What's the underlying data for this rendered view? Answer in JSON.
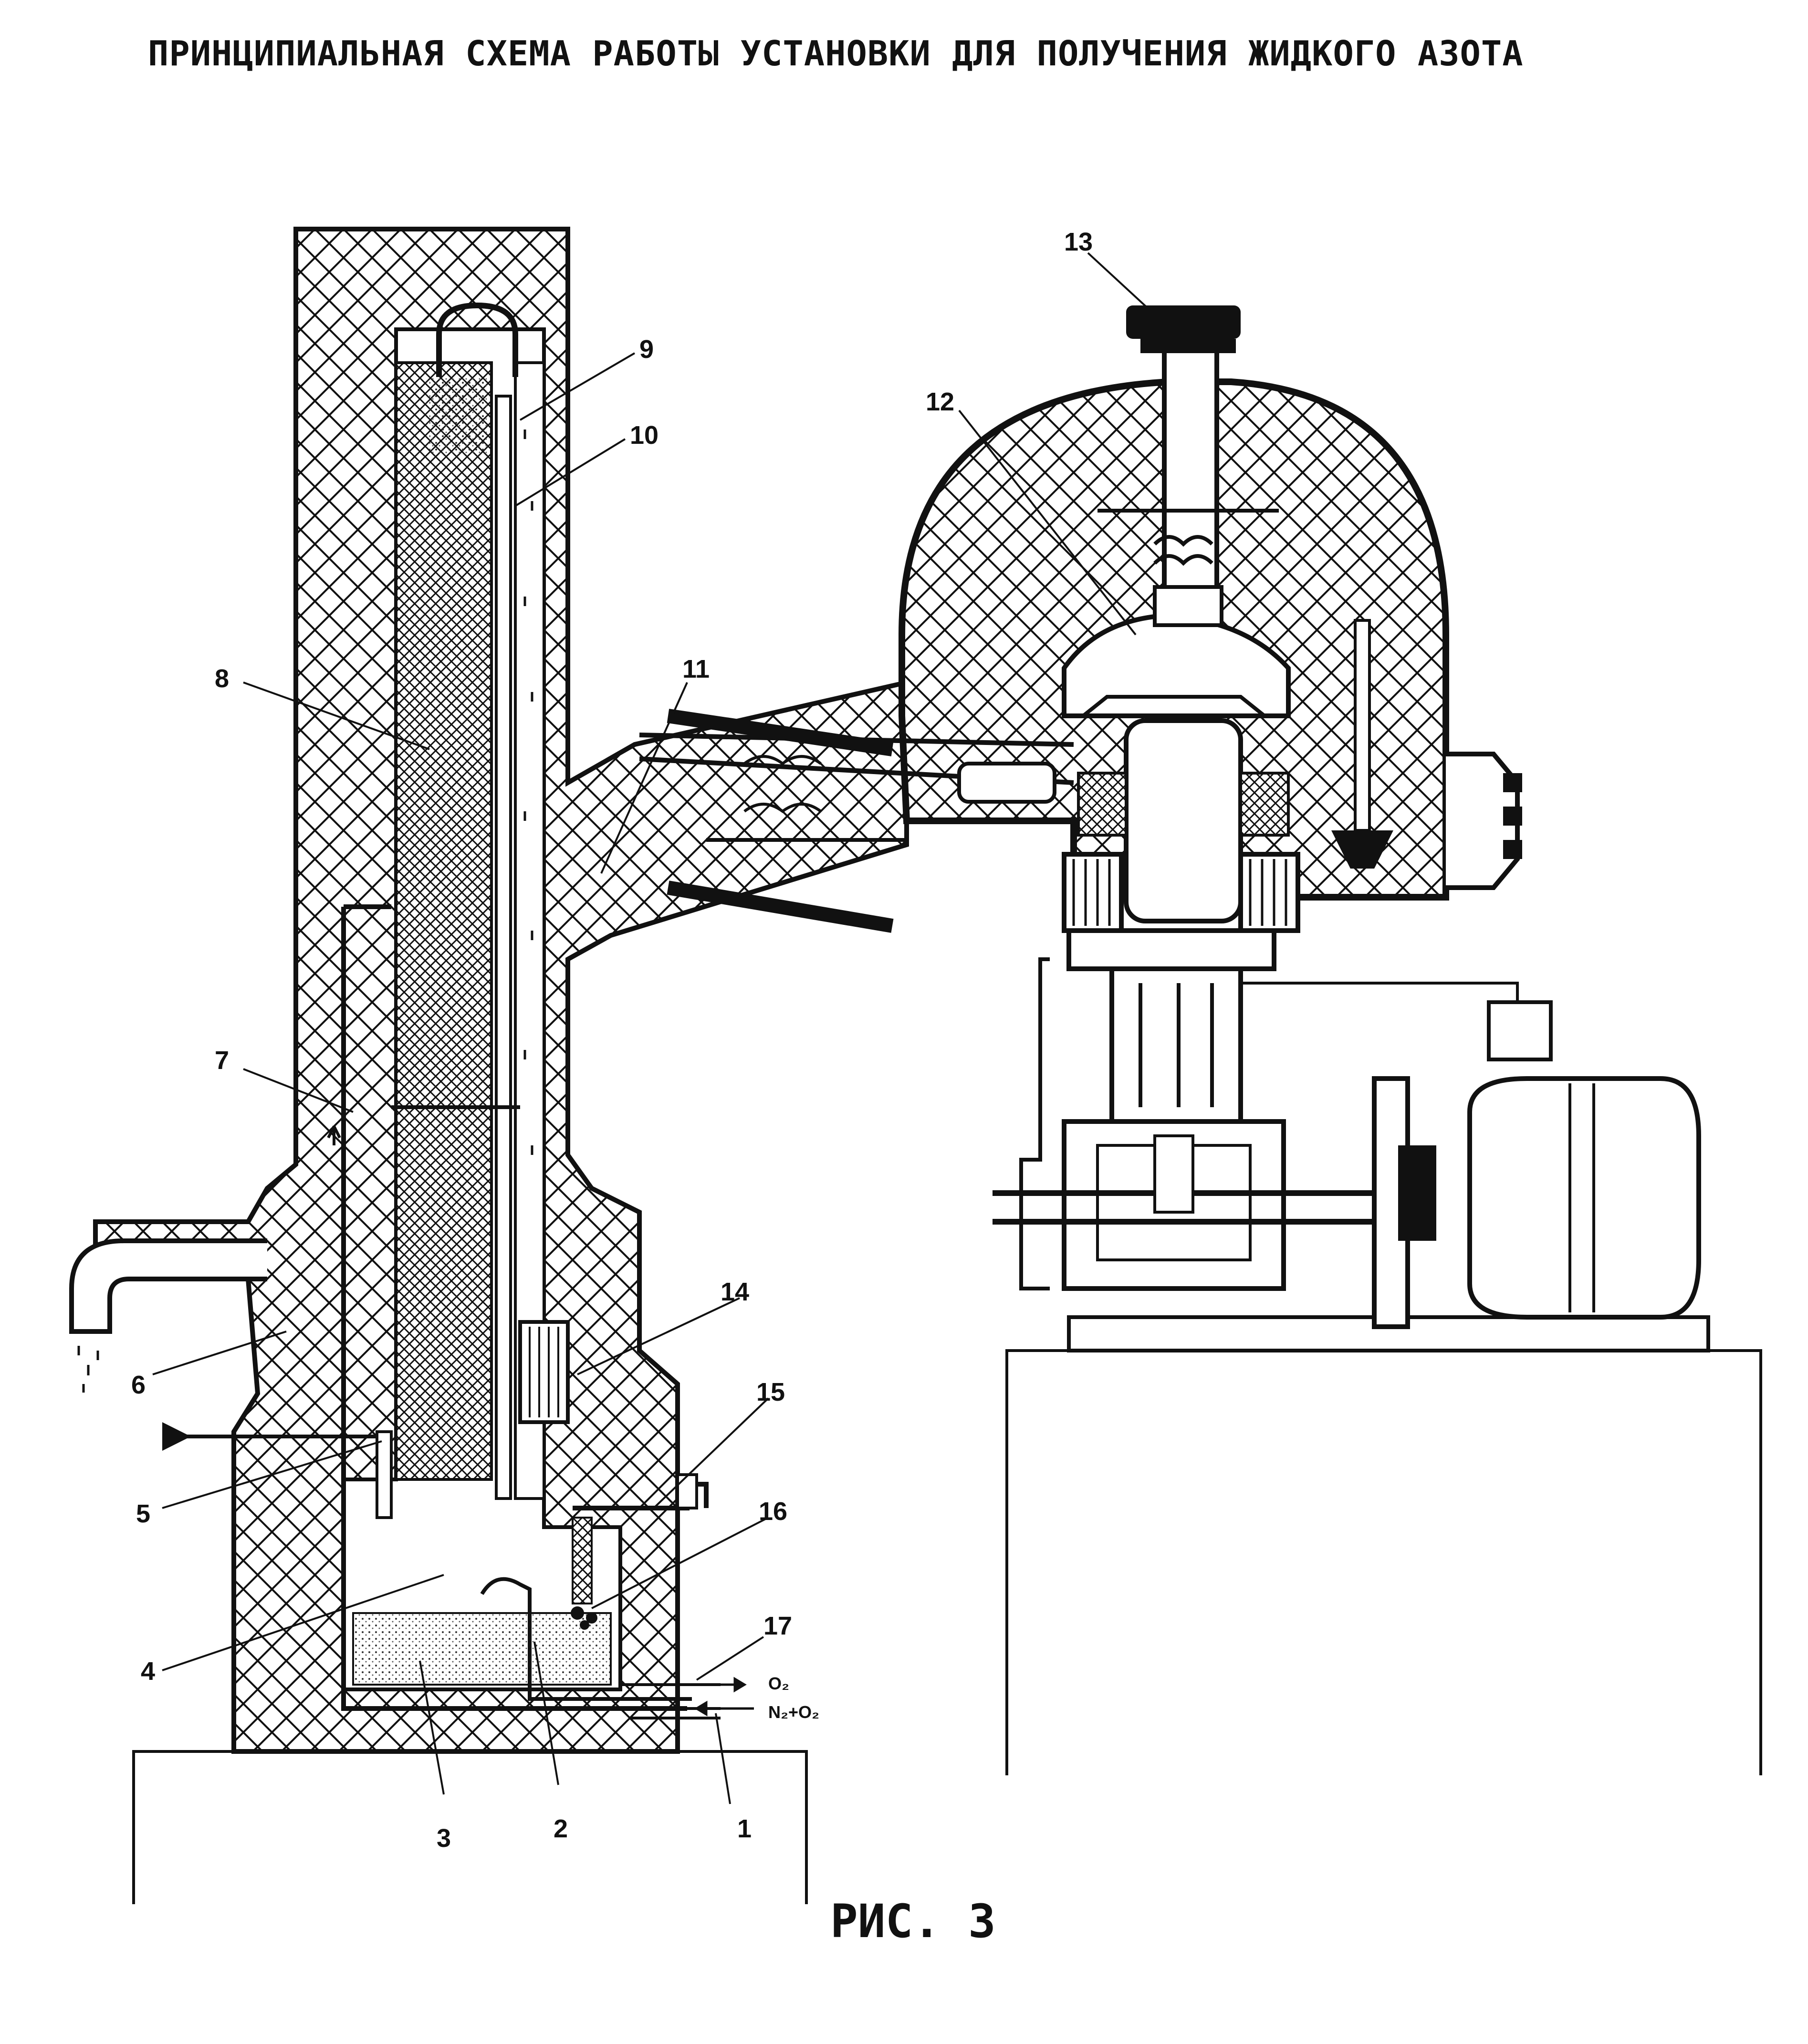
{
  "title": "ПРИНЦИПИАЛЬНАЯ СХЕМА РАБОТЫ УСТАНОВКИ ДЛЯ ПОЛУЧЕНИЯ ЖИДКОГО АЗОТА",
  "caption": "РИС. 3",
  "labels": {
    "n1": "1",
    "n2": "2",
    "n3": "3",
    "n4": "4",
    "n5": "5",
    "n6": "6",
    "n7": "7",
    "n8": "8",
    "n9": "9",
    "n10": "10",
    "n11": "11",
    "n12": "12",
    "n13": "13",
    "n14": "14",
    "n15": "15",
    "n16": "16",
    "n17": "17"
  },
  "gas": {
    "out": "O₂",
    "in": "N₂+O₂"
  },
  "colors": {
    "ink": "#111111",
    "paper": "#ffffff"
  }
}
